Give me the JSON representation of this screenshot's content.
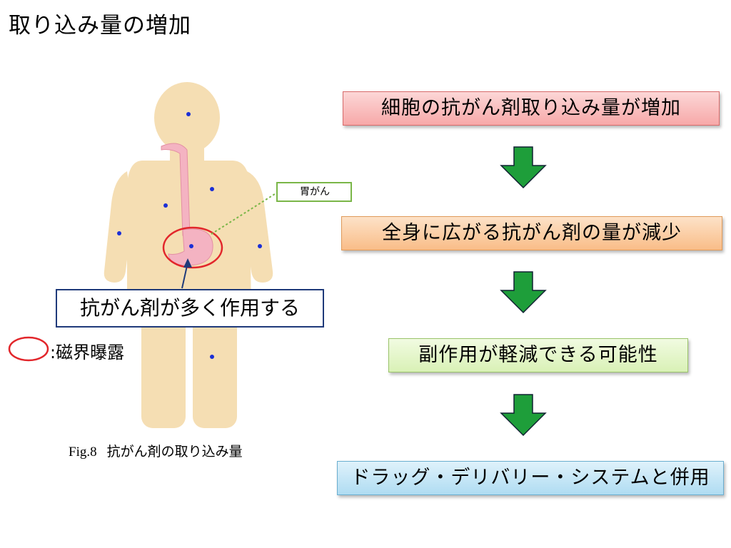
{
  "title": "取り込み量の増加",
  "flow": {
    "step1": "細胞の抗がん剤取り込み量が増加",
    "step2": "全身に広がる抗がん剤の量が減少",
    "step3": "副作用が軽減できる可能性",
    "step4": "ドラッグ・デリバリー・システムと併用"
  },
  "figure": {
    "tag": "胃がん",
    "effect_label": "抗がん剤が多く作用する",
    "legend": ":磁界曝露",
    "caption_fig": "Fig.8",
    "caption_text": "抗がん剤の取り込み量"
  },
  "colors": {
    "body": "#f5deb3",
    "esophagus": "#f4b3c2",
    "dot": "#1b2fd6",
    "exposure_ring": "#e2262b",
    "tag_border": "#7ab648",
    "arrow": "#1e9e3a",
    "effect_border": "#1f3a7a"
  }
}
